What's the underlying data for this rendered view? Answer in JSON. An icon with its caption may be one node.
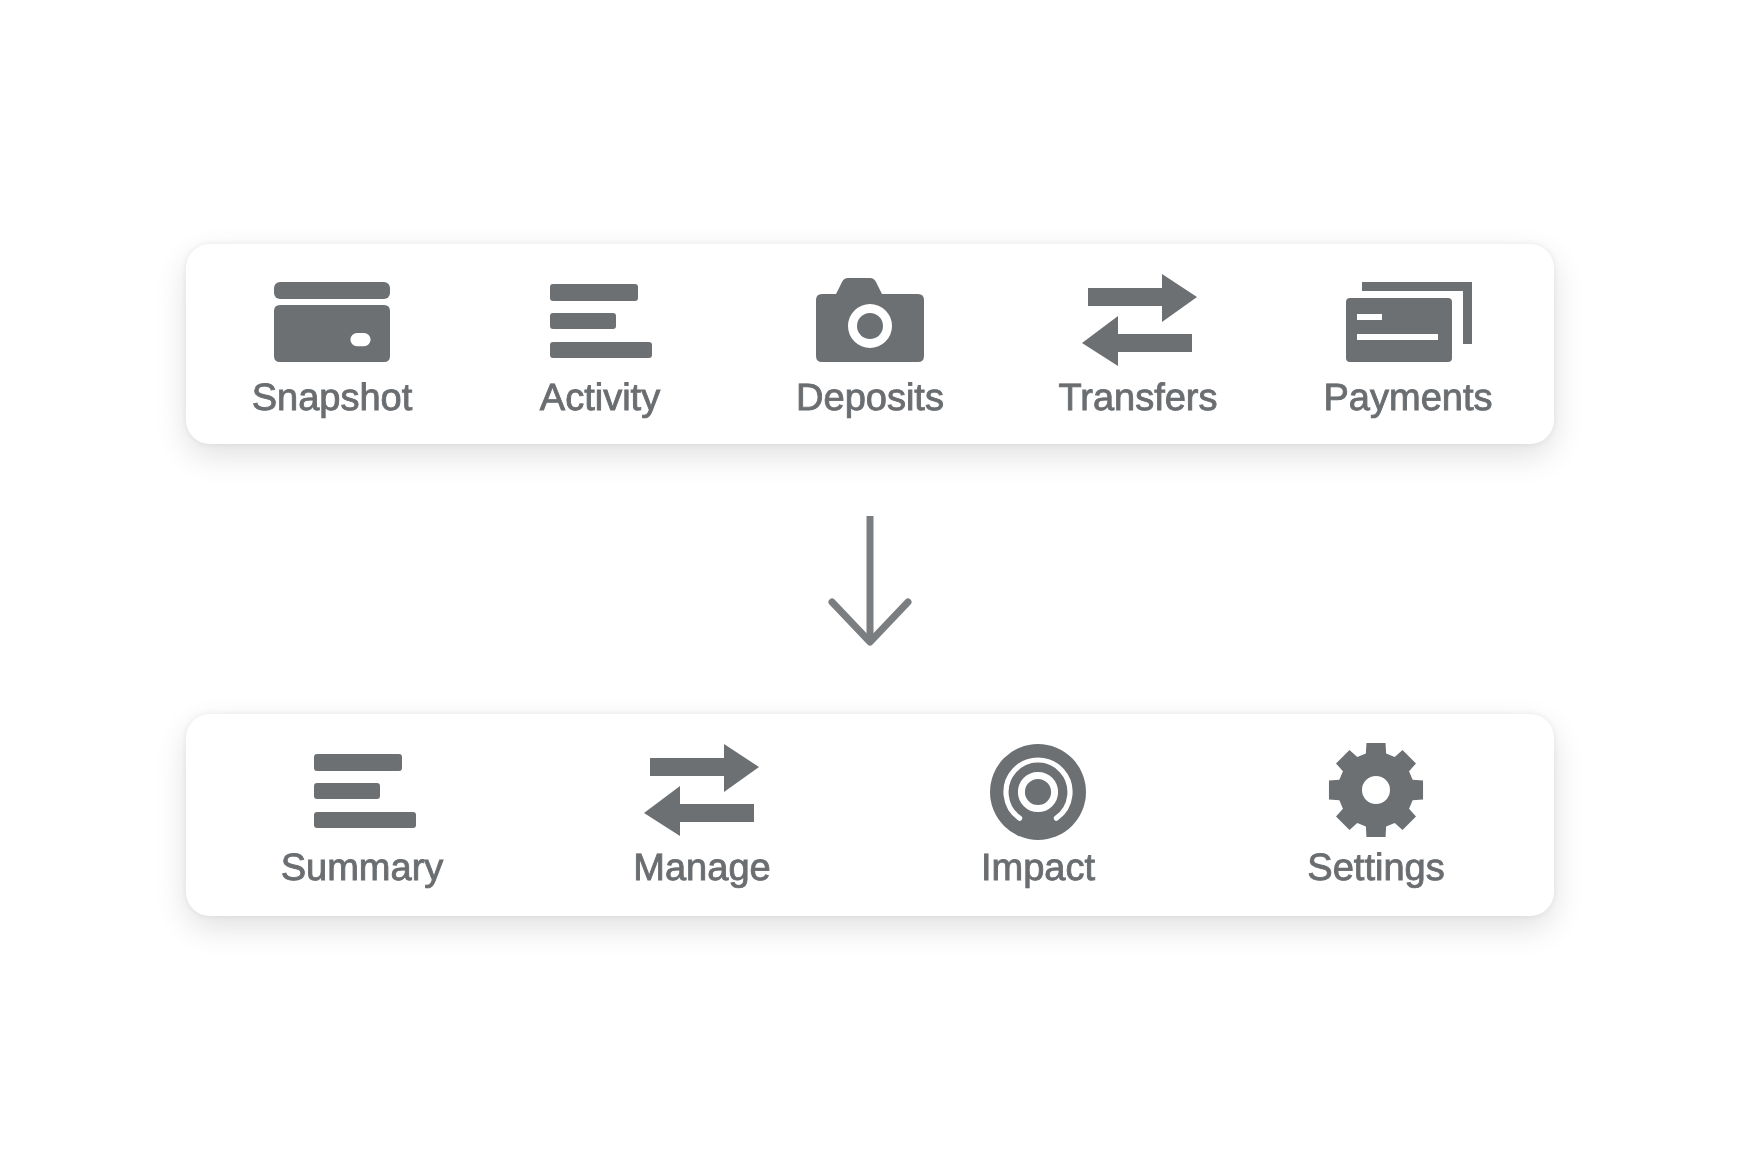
{
  "diagram": {
    "nodes": [
      {
        "text": [],
        "shape": "box"
      },
      {
        "text": [
          "Snapshot"
        ],
        "in": 0
      },
      {
        "text": [
          "Activity"
        ],
        "in": 0
      },
      {
        "text": [
          "Deposits"
        ],
        "in": 0
      },
      {
        "text": [
          "Transfers"
        ],
        "in": 0
      },
      {
        "text": [
          "Payments"
        ],
        "in": 0
      },
      {
        "text": [],
        "shape": "box"
      },
      {
        "text": [
          "Summary"
        ],
        "in": 6
      },
      {
        "text": [
          "Manage"
        ],
        "in": 6
      },
      {
        "text": [
          "Impact"
        ],
        "in": 6
      },
      {
        "text": [
          "Settings"
        ],
        "in": 6
      }
    ],
    "edges": [
      {
        "from": 0,
        "to": 6,
        "arrow": "to"
      }
    ]
  }
}
